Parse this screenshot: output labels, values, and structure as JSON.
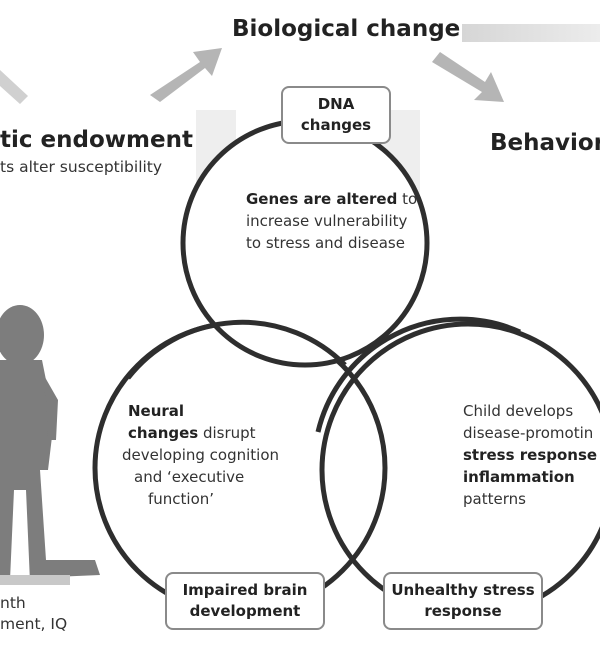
{
  "title_top": "Biological change",
  "left_panel": {
    "heading": "tic endowment",
    "subtext": "ts alter susceptibility",
    "bottom_line1": "nth",
    "bottom_line2": "ment, IQ"
  },
  "right_panel": {
    "heading": "Behaviora"
  },
  "top_circle": {
    "box_line1": "DNA",
    "box_line2": "changes",
    "text_bold": "Genes are altered",
    "text_rest1": " to",
    "text_line2": "increase vulnerability",
    "text_line3": "to stress and disease"
  },
  "left_circle": {
    "box_line1": "Impaired brain",
    "box_line2": "development",
    "text_bold1": "Neural",
    "text_bold2": "changes",
    "text_rest2": " disrupt",
    "text_line3": "developing cognition",
    "text_line4": "and ‘executive",
    "text_line5": "function’"
  },
  "right_circle": {
    "box_line1": "Unhealthy stress",
    "box_line2": "response",
    "text_line1": "Child develops",
    "text_line2": "disease-promotin",
    "text_bold3": "stress response a",
    "text_bold4": "inflammation",
    "text_line5": "patterns"
  },
  "colors": {
    "circle_stroke": "#2e2e2e",
    "arrow_fill": "#a9a9a9",
    "silhouette": "#7d7d7d",
    "box_border": "#8a8a8a"
  }
}
